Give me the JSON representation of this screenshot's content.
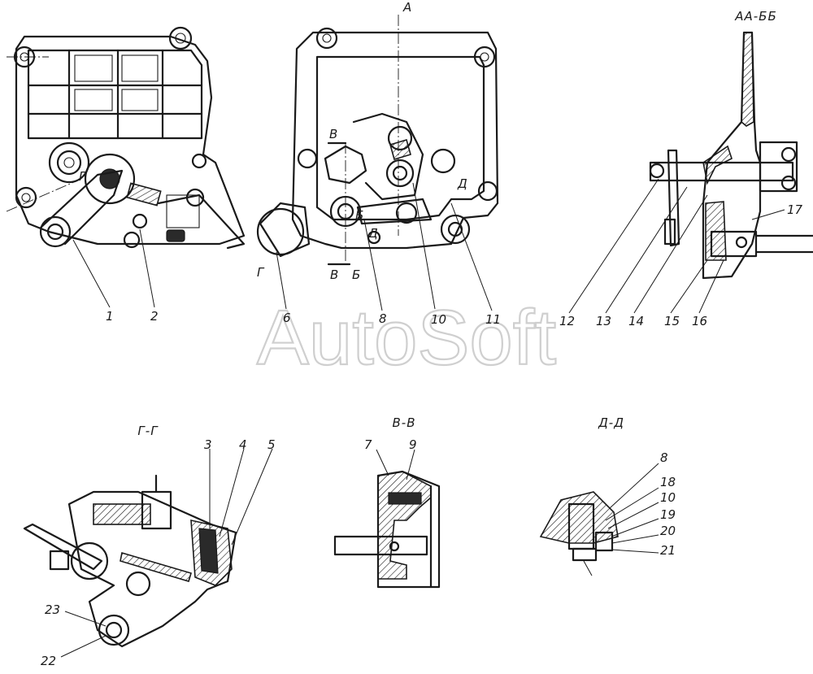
{
  "watermark": "AutoSoft",
  "sections": {
    "aa_bb": "АА-ББ",
    "g_g": "Г-Г",
    "v_v": "В-В",
    "d_d": "Д-Д"
  },
  "cut_marks": {
    "a": "А",
    "v_top": "В",
    "v_bottom": "В",
    "b_bottom": "Б",
    "b_mid": "Б",
    "d_right": "Д",
    "d_mid": "Д",
    "g_left": "Г",
    "g_right": "Г"
  },
  "callouts": [
    "1",
    "2",
    "3",
    "4",
    "5",
    "6",
    "7",
    "8",
    "9",
    "10",
    "11",
    "12",
    "13",
    "14",
    "15",
    "16",
    "17",
    "18",
    "19",
    "20",
    "21",
    "22",
    "23"
  ]
}
